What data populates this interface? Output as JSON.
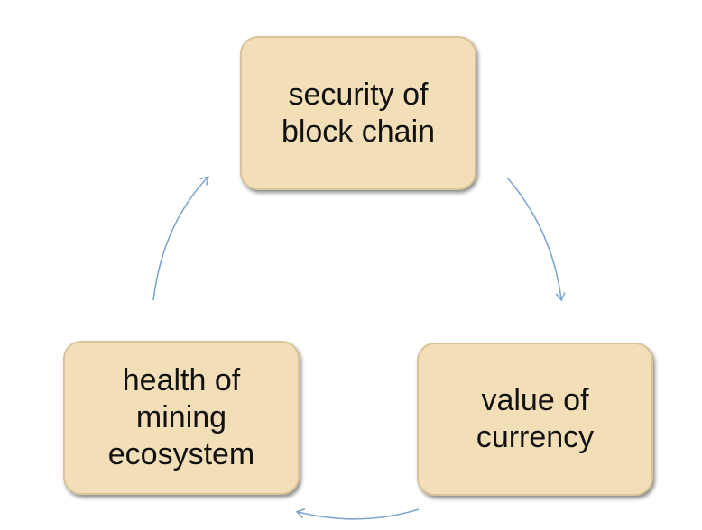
{
  "diagram": {
    "nodes": [
      {
        "id": "security",
        "label": "security of\nblock chain"
      },
      {
        "id": "value",
        "label": "value of\ncurrency"
      },
      {
        "id": "health",
        "label": "health of\nmining\necosystem"
      }
    ],
    "edges": [
      {
        "from": "security",
        "to": "value"
      },
      {
        "from": "value",
        "to": "health"
      },
      {
        "from": "health",
        "to": "security"
      }
    ],
    "colors": {
      "node_fill": "#f2dfb8",
      "node_border": "#d9c49a",
      "arrow": "#7fa6cf"
    }
  }
}
